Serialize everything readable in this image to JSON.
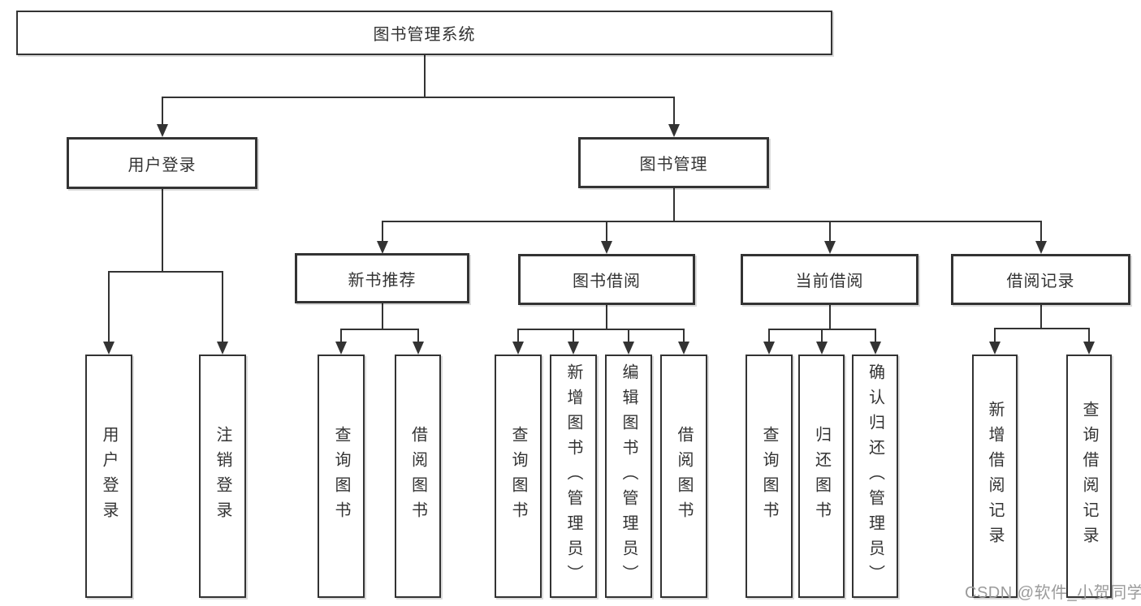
{
  "diagram": {
    "root": {
      "label": "图书管理系统"
    },
    "level1": [
      {
        "label": "用户登录"
      },
      {
        "label": "图书管理"
      }
    ],
    "level2": [
      {
        "label": "新书推荐"
      },
      {
        "label": "图书借阅"
      },
      {
        "label": "当前借阅"
      },
      {
        "label": "借阅记录"
      }
    ],
    "leaves": {
      "user": [
        "用户登录",
        "注销登录"
      ],
      "newbook": [
        "查询图书",
        "借阅图书"
      ],
      "borrow": [
        "查询图书",
        "新增图书（管理员）",
        "编辑图书（管理员）",
        "借阅图书"
      ],
      "current": [
        "查询图书",
        "归还图书",
        "确认归还（管理员）"
      ],
      "record": [
        "新增借阅记录",
        "查询借阅记录"
      ]
    }
  },
  "watermark": "CSDN @软件_小贺同学",
  "colors": {
    "line": "#333333",
    "ink": "#333333",
    "watermark": "#9b9b9b",
    "background": "#ffffff"
  }
}
